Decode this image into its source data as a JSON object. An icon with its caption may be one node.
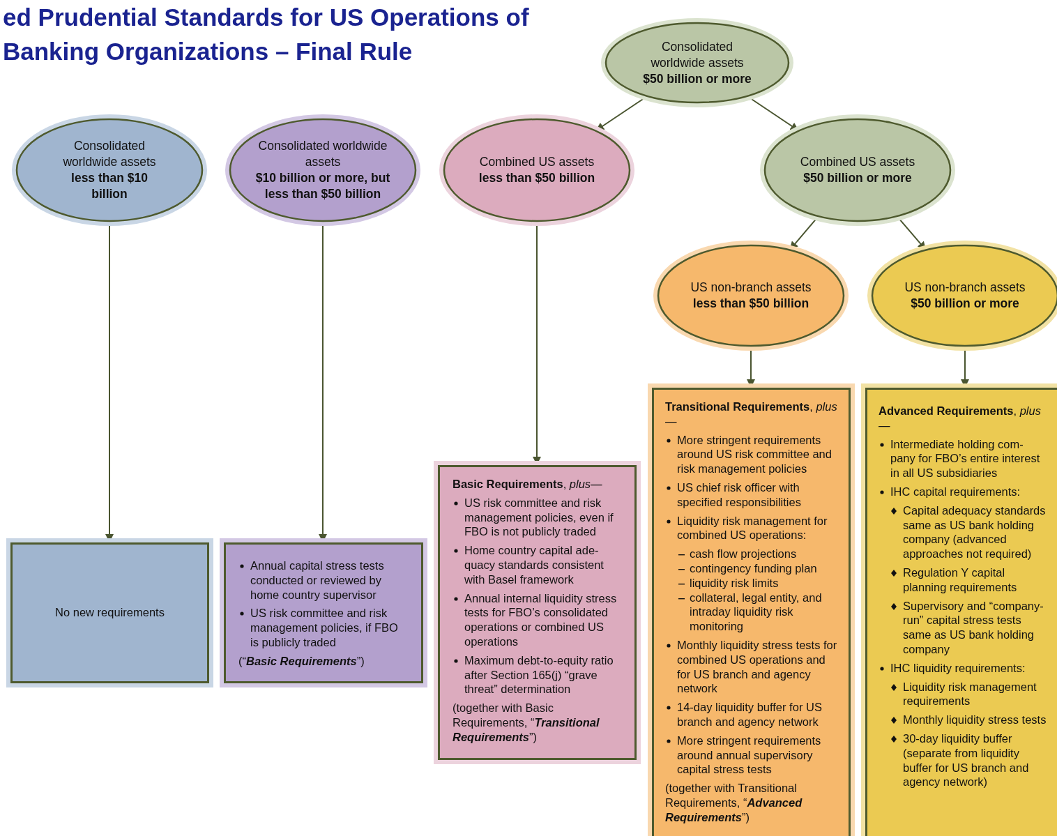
{
  "diagram": {
    "title": "ed Prudential Standards for US Operations of Banking Organizations – Final Rule",
    "nodes": [
      {
        "text": [
          "Consolidated worldwide assets **$50 billion or more**"
        ]
      },
      {
        "text": [
          "Consolidated worldwide assets **less than $10 billion**"
        ]
      },
      {
        "text": [
          "Consolidated worldwide assets **$10 billion or more, but less than $50 billion**"
        ]
      },
      {
        "text": [
          "Combined US assets **less than $50 billion**"
        ]
      },
      {
        "text": [
          "Combined US assets **$50 billion or more**"
        ]
      },
      {
        "text": [
          "US non-branch assets **less than $50 billion**"
        ]
      },
      {
        "text": [
          "US non-branch assets **$50 billion or more**"
        ]
      },
      {
        "text": [
          "No new requirements"
        ]
      },
      {
        "text": [
          "Annual capital stress tests conducted or reviewed by home country supervisor",
          "US risk committee and risk management policies, if FBO is publicly traded",
          "(“**Basic Requirements**”)"
        ]
      },
      {
        "text": [
          "**Basic Requirements**, *plus—*",
          "US risk committee and risk management policies, even if FBO is not publicly traded",
          "Home country capital ade- quacy standards consistent with Basel framework",
          "Annual internal liquidity stress tests for FBO’s consolidated operations or combined US operations",
          "Maximum debt-to-equity ratio after Section 165(j) “grave threat” determination",
          "(together with Basic Requirements, “**Transitional Requirements**”)"
        ]
      },
      {
        "text": [
          "**Transitional Requirements**, *plus—*",
          "More stringent requirements around US risk committee and risk management policies",
          "US chief risk officer with specified responsibilities",
          "Liquidity risk management for combined US operations:",
          "cash flow projections",
          "contingency funding plan",
          "liquidity risk limits",
          "collateral, legal entity, and intraday liquidity risk monitoring",
          "Monthly liquidity stress tests for combined US operations and for US branch and agency network",
          "14-day liquidity buffer for US branch and agency network",
          "More stringent requirements around annual supervisory capital stress tests",
          "(together with Transitional Requirements, “**Advanced Requirements**”)"
        ]
      },
      {
        "text": [
          "**Advanced Requirements**, *plus—*",
          "Intermediate holding com- pany for FBO’s entire interest in all US subsidiaries",
          "IHC capital requirements:",
          "Capital adequacy standards same as US bank holding company (advanced approaches not required)",
          "Regulation Y capital planning requirements",
          "Supervisory and “company-run” capital stress tests same as US bank holding company",
          "IHC liquidity requirements:",
          "Liquidity risk management requirements",
          "Monthly liquidity stress tests",
          "30-day liquidity buffer (separate from liquidity buffer for US branch and agency network)"
        ]
      }
    ],
    "edges": [
      {
        "from": 0,
        "to": 3,
        "arrow": "to"
      },
      {
        "from": 0,
        "to": 4,
        "arrow": "to"
      },
      {
        "from": 4,
        "to": 5,
        "arrow": "to"
      },
      {
        "from": 4,
        "to": 6,
        "arrow": "to"
      },
      {
        "from": 1,
        "to": 7,
        "arrow": "to"
      },
      {
        "from": 2,
        "to": 8,
        "arrow": "to"
      },
      {
        "from": 3,
        "to": 9,
        "arrow": "to"
      },
      {
        "from": 5,
        "to": 10,
        "arrow": "to"
      },
      {
        "from": 6,
        "to": 11,
        "arrow": "to"
      }
    ]
  }
}
